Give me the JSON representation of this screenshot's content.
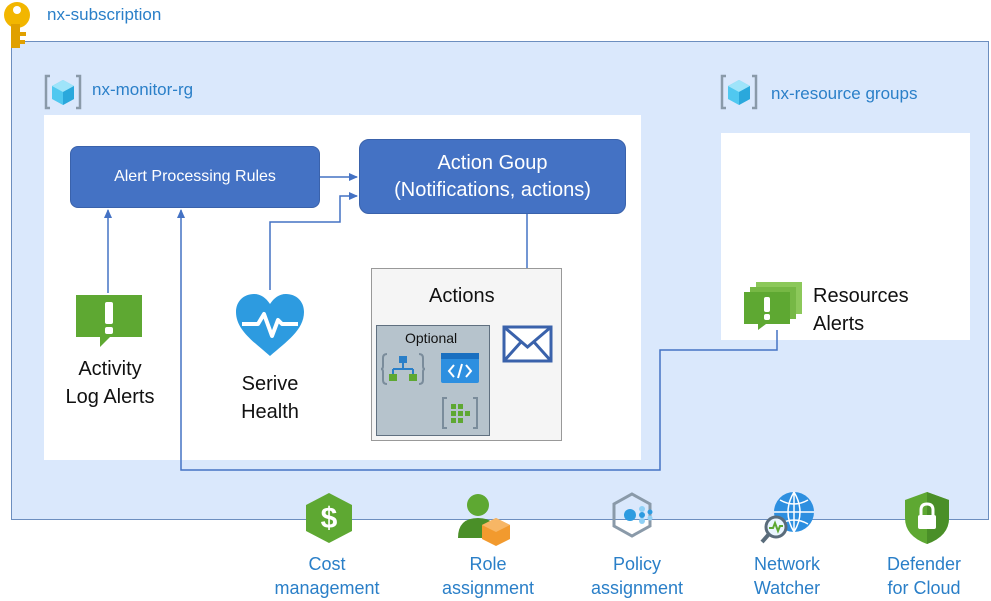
{
  "subscription": {
    "label": "nx-subscription",
    "icon": "key-icon"
  },
  "monitor_rg": {
    "label": "nx-monitor-rg",
    "icon": "resource-group-icon",
    "alert_processing_rules": "Alert Processing Rules",
    "action_group": {
      "line1": "Action Goup",
      "line2": "(Notifications, actions)"
    },
    "actions": {
      "title": "Actions",
      "optional": "Optional",
      "icons": [
        "logic-app-icon",
        "webhook-icon",
        "function-icon",
        "email-icon"
      ]
    },
    "activity_log_alerts": {
      "line1": "Activity",
      "line2": "Log Alerts"
    },
    "service_health": {
      "line1": "Serive",
      "line2": "Health"
    }
  },
  "resource_groups": {
    "label": "nx-resource groups",
    "icon": "resource-group-icon",
    "resource_alerts": {
      "line1": "Resources",
      "line2": "Alerts"
    }
  },
  "services": [
    {
      "line1": "Cost",
      "line2": "management",
      "icon": "cost-management-icon"
    },
    {
      "line1": "Role",
      "line2": "assignment",
      "icon": "role-assignment-icon"
    },
    {
      "line1": "Policy",
      "line2": "assignment",
      "icon": "policy-icon"
    },
    {
      "line1": "Network",
      "line2": "Watcher",
      "icon": "network-watcher-icon"
    },
    {
      "line1": "Defender",
      "line2": "for Cloud",
      "icon": "defender-icon"
    }
  ],
  "colors": {
    "accent": "#2a7fc8",
    "button": "#4472c4",
    "container": "#dae8fc",
    "alert_green": "#5ea832"
  }
}
